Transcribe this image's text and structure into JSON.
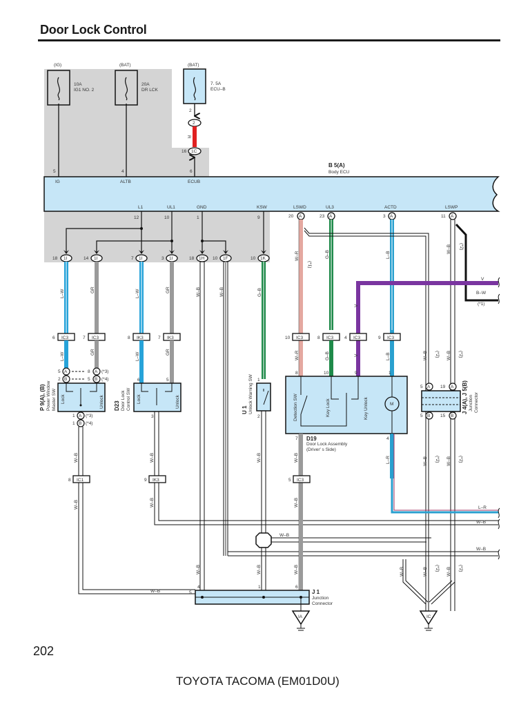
{
  "header": {
    "title": "Door Lock Control"
  },
  "footer": {
    "page_number": "202",
    "model": "TOYOTA TACOMA (EM01D0U)"
  },
  "colors": {
    "shade": "#d4d4d4",
    "component_fill": "#c6e6f7",
    "wire_red": "#e02020",
    "wire_lw": "#27a3d9",
    "wire_gr": "#9a9a9a",
    "wire_gb": "#1f8a4a",
    "wire_wr": "#e4a8a0",
    "wire_v": "#7a35a0",
    "wire_lb": "#2aa0cf"
  },
  "fuses": [
    {
      "source": "(IG)",
      "rating": "10A",
      "name": "IG1 NO. 2"
    },
    {
      "source": "(BAT)",
      "rating": "20A",
      "name": "DR LCK"
    },
    {
      "source": "(BAT)",
      "rating": "7. 5A",
      "name": "ECU–B"
    }
  ],
  "body_ecu": {
    "code": "B 5(A)",
    "name": "Body ECU",
    "top_terminals": [
      {
        "label": "IG",
        "pin": "5"
      },
      {
        "label": "ALTB",
        "pin": "4"
      },
      {
        "label": "ECUB",
        "pin": "6"
      }
    ],
    "bottom_terminals": [
      {
        "label": "L1",
        "pin": "12"
      },
      {
        "label": "UL1",
        "pin": "10"
      },
      {
        "label": "GND",
        "pin": "1"
      },
      {
        "label": "KSW",
        "pin": "9"
      },
      {
        "label": "LSWD",
        "pin": "20"
      },
      {
        "label": "UL3",
        "pin": "23"
      },
      {
        "label": "ACTD",
        "pin": "3"
      },
      {
        "label": "LSWP",
        "pin": "11"
      }
    ],
    "pin_connector": "A"
  },
  "ecu_b_path": {
    "fuse_pin": "2",
    "conn1": "2",
    "wire": "R",
    "conn2_pin": "16",
    "conn2": "1C"
  },
  "inline_connectors_top": [
    {
      "pin": "18",
      "id": "1I"
    },
    {
      "pin": "14",
      "id": "1I"
    },
    {
      "pin": "7",
      "id": "1I"
    },
    {
      "pin": "3",
      "id": "1I"
    },
    {
      "pin": "18",
      "id": "1H"
    },
    {
      "pin": "10",
      "id": "1F"
    },
    {
      "pin": "10",
      "id": "1K"
    }
  ],
  "wire_labels": {
    "lw": "L–W",
    "gr": "GR",
    "wb": "W–B",
    "gb": "G–B",
    "wr": "W–R",
    "v": "V",
    "lb": "L–B",
    "bw": "B–W",
    "lr": "L–R",
    "note1": "(*1)",
    "note2": "(*2)",
    "note3": "(*3)",
    "note4": "(*4)"
  },
  "mid_connectors": [
    {
      "pin": "6",
      "id": "IC3"
    },
    {
      "pin": "7",
      "id": "IC3"
    },
    {
      "pin": "8",
      "id": "IK3"
    },
    {
      "pin": "7",
      "id": "IK3"
    },
    {
      "pin": "10",
      "id": "IC3"
    },
    {
      "pin": "8",
      "id": "IC3"
    },
    {
      "pin": "4",
      "id": "IC3"
    },
    {
      "pin": "9",
      "id": "IC3"
    }
  ],
  "power_window_sw": {
    "code": "P 9(A), (B)",
    "name": "Power Window",
    "name2": "Master SW",
    "lock": "Lock",
    "unlock": "Unlock",
    "pins_top": [
      {
        "pin": "5",
        "conn": "A",
        "alt_pin": "8",
        "alt_conn": "A",
        "note": "(*3)"
      },
      {
        "pin": "2",
        "conn": "B",
        "alt_pin": "5",
        "alt_conn": "B",
        "note": "(*4)"
      }
    ],
    "pins_bottom": [
      {
        "pin": "1",
        "conn": "A",
        "note": "(*3)"
      },
      {
        "pin": "1",
        "conn": "B",
        "note": "(*4)"
      }
    ]
  },
  "door_lock_control_sw": {
    "code": "D23",
    "name": "Door Lock",
    "name2": "Control SW",
    "lock": "Lock",
    "unlock": "Unlock",
    "pin_lock": "6",
    "pin_unlock": "5",
    "pin_gnd": "3"
  },
  "unlock_warning_sw": {
    "code": "U 1",
    "name": "Unlock Warning SW",
    "pin_top": "1",
    "pin_bottom": "2"
  },
  "door_lock_assembly": {
    "code": "D19",
    "name": "Door Lock Assembly",
    "name2": "(Driver' s Side)",
    "detection": "Detection SW",
    "key_lock": "Key Lock",
    "key_unlock": "Key Unlock",
    "motor": "M",
    "pins": {
      "p8": "8",
      "p10": "10",
      "p9": "9",
      "p1": "1",
      "p7": "7",
      "p4": "4"
    }
  },
  "junction_j4j5": {
    "code": "J 4(A), J 5(B)",
    "name": "Junction",
    "name2": "Connector",
    "top": [
      {
        "pin": "5",
        "conn": "A"
      },
      {
        "pin": "19",
        "conn": "A"
      }
    ],
    "bottom": [
      {
        "pin": "5",
        "conn": "B"
      },
      {
        "pin": "15",
        "conn": "B"
      }
    ]
  },
  "lower_connectors": [
    {
      "pin": "8",
      "id": "IC1"
    },
    {
      "pin": "9",
      "id": "IK3"
    },
    {
      "pin": "5",
      "id": "IC3"
    }
  ],
  "junction_j1": {
    "code": "J 1",
    "name": "Junction",
    "name2": "Connector",
    "pins": {
      "p5": "5",
      "p4": "4",
      "p1": "1",
      "p6": "6"
    }
  },
  "grounds": [
    {
      "id": "IA"
    },
    {
      "id": "IC"
    }
  ]
}
